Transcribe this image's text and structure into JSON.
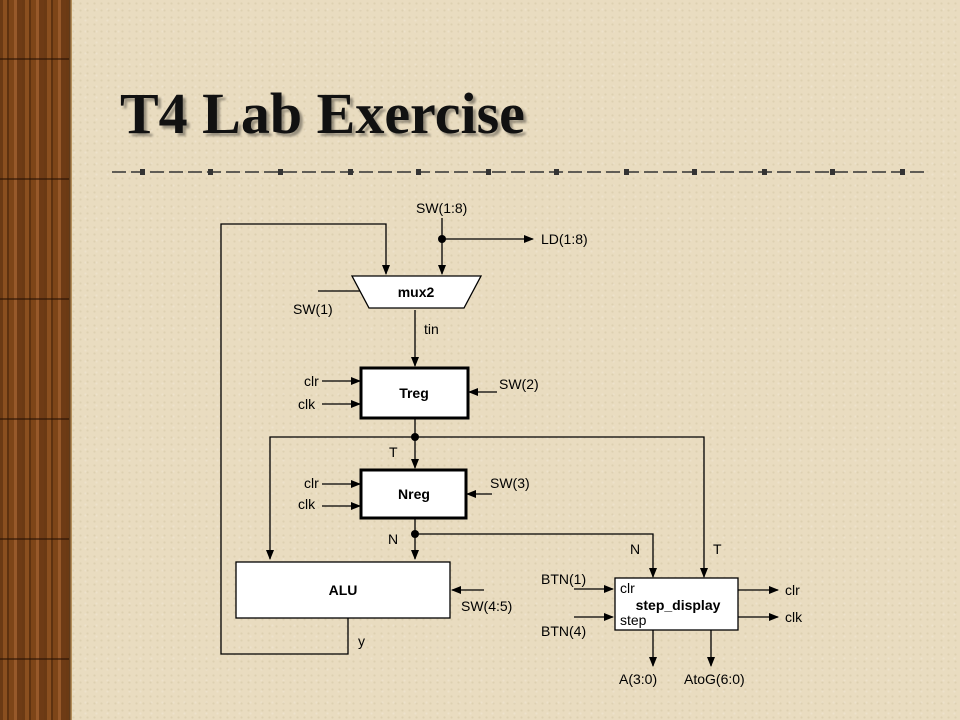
{
  "title": "T4 Lab Exercise",
  "diagram": {
    "blocks": {
      "mux": "mux2",
      "treg": "Treg",
      "nreg": "Nreg",
      "alu": "ALU",
      "step_display": "step_display"
    },
    "signals": {
      "sw_1_8": "SW(1:8)",
      "ld_1_8": "LD(1:8)",
      "sw_1": "SW(1)",
      "tin": "tin",
      "clr": "clr",
      "clk": "clk",
      "sw_2": "SW(2)",
      "t": "T",
      "sw_3": "SW(3)",
      "n": "N",
      "sw_4_5": "SW(4:5)",
      "y": "y",
      "btn_1": "BTN(1)",
      "btn_4": "BTN(4)",
      "step": "step",
      "a_3_0": "A(3:0)",
      "atog_6_0": "AtoG(6:0)"
    }
  }
}
